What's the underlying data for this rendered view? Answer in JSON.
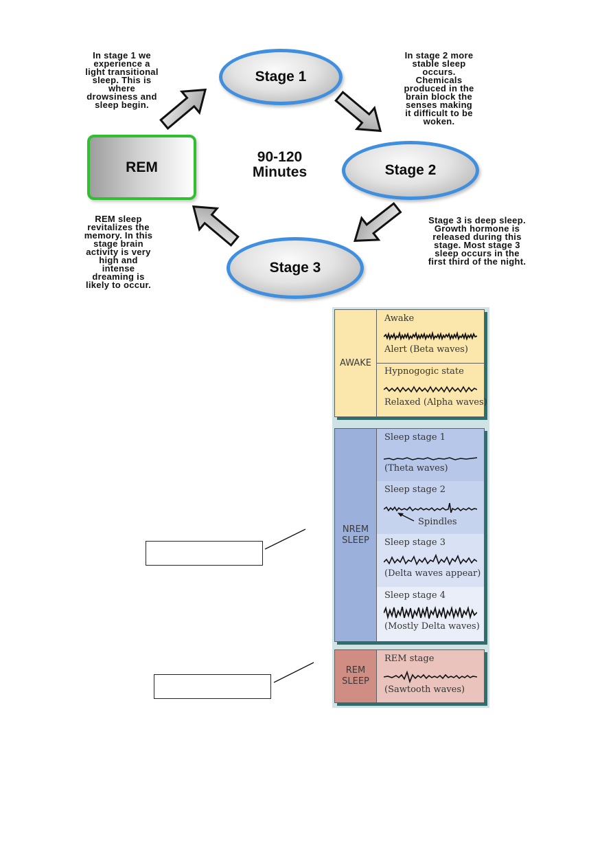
{
  "cycle": {
    "stage1_label": "Stage 1",
    "stage2_label": "Stage 2",
    "stage3_label": "Stage 3",
    "rem_label": "REM",
    "center_line1": "90-120",
    "center_line2": "Minutes",
    "stage1_desc": [
      "In stage 1 we",
      "experience a",
      "light transitional",
      "sleep. This is",
      "where",
      "drowsiness and",
      "sleep begin."
    ],
    "stage2_desc": [
      "In stage 2 more",
      "stable sleep",
      "occurs.",
      "Chemicals",
      "produced in the",
      "brain block the",
      "senses making",
      "it difficult to be",
      "woken."
    ],
    "stage3_desc": [
      "Stage 3 is deep sleep.",
      "Growth hormone is",
      "released during this",
      "stage. Most stage 3",
      "sleep occurs in the",
      "first third of the night."
    ],
    "rem_desc": [
      "REM sleep",
      "revitalizes the",
      "memory. In this",
      "stage brain",
      "activity is very",
      "high and",
      "intense",
      "dreaming is",
      "likely to occur."
    ],
    "colors": {
      "oval_border": "#3f8fde",
      "rem_border": "#2fbf2f"
    }
  },
  "eeg": {
    "awake": {
      "label_line1": "AWAKE",
      "color": "#fbe7ab",
      "rows": [
        {
          "title": "Awake",
          "caption": "Alert (Beta waves)"
        },
        {
          "title": "Hypnogogic state",
          "caption": "Relaxed (Alpha waves)"
        }
      ]
    },
    "nrem": {
      "label_line1": "NREM",
      "label_line2": "SLEEP",
      "side_color": "#9bb1dc",
      "rows": [
        {
          "title": "Sleep stage 1",
          "caption": "(Theta waves)",
          "color": "#b6c7ea"
        },
        {
          "title": "Sleep stage 2",
          "caption": "",
          "extra": "Spindles",
          "color": "#c6d3ee"
        },
        {
          "title": "Sleep stage 3",
          "caption": "(Delta waves appear)",
          "color": "#d9e1f4"
        },
        {
          "title": "Sleep stage 4",
          "caption": "(Mostly Delta waves)",
          "color": "#eaeef9"
        }
      ]
    },
    "rem": {
      "label_line1": "REM",
      "label_line2": "SLEEP",
      "side_color": "#d08d84",
      "rows": [
        {
          "title": "REM stage",
          "caption": "(Sawtooth waves)",
          "color": "#e9c3bc"
        }
      ]
    }
  }
}
